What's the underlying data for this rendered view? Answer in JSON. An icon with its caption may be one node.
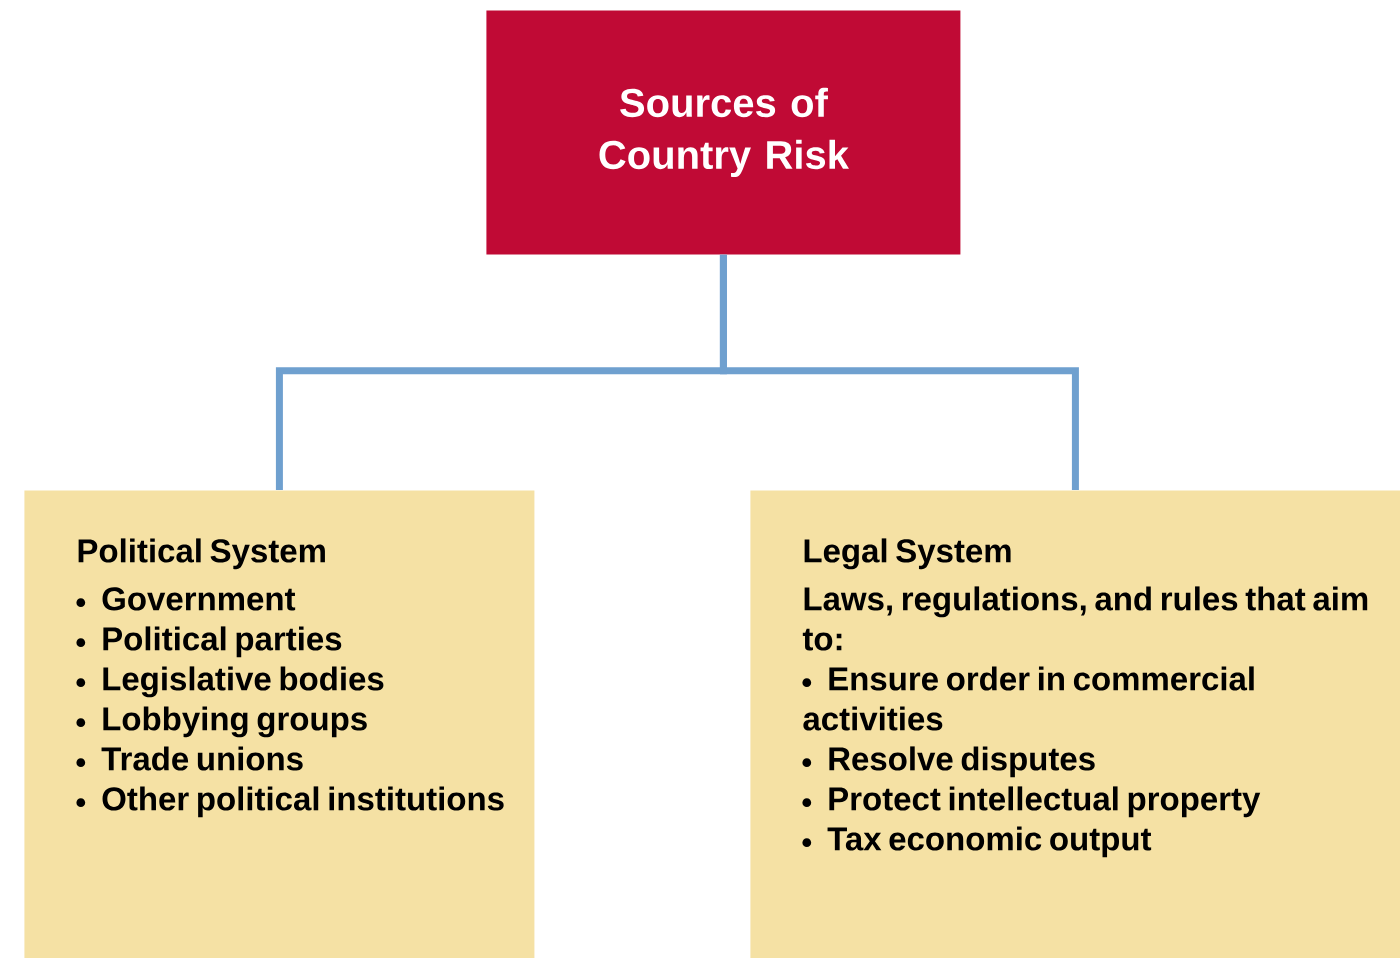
{
  "diagram": {
    "nodes": [
      {
        "text": [
          "Sources of Country Risk"
        ]
      },
      {
        "text": [
          "Political System",
          "Government",
          "Political parties",
          "Legislative bodies",
          "Lobbying groups",
          "Trade unions",
          "Other political institutions"
        ]
      },
      {
        "text": [
          "Legal System",
          "Laws, regulations, and rules that aim to:",
          "Ensure order in commercial activities",
          "Resolve disputes",
          "Protect intellectual property",
          "Tax economic output"
        ]
      }
    ],
    "edges": [
      {
        "from": 0,
        "to": 1,
        "arrow": "none"
      },
      {
        "from": 0,
        "to": 2,
        "arrow": "none"
      }
    ]
  }
}
